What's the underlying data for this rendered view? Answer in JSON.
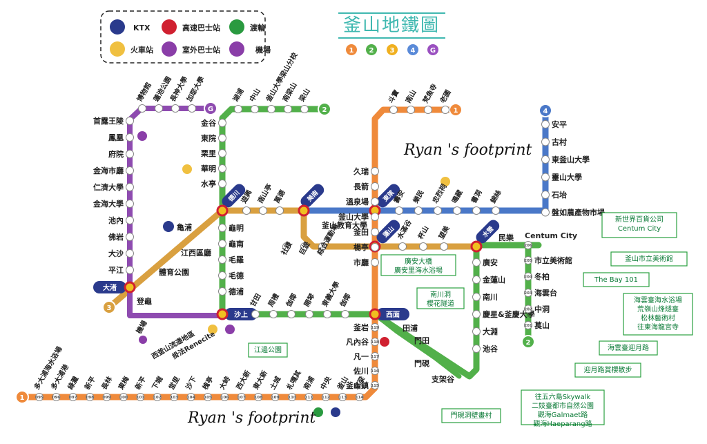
{
  "title": "釜山地鐵圖",
  "signature": "Ryan 's footprint",
  "colors": {
    "line1": "#ef8a3b",
    "line2": "#52b04a",
    "line3": "#d9a040",
    "line4": "#4a78c8",
    "lineG": "#8e4bb0",
    "accent": "#3fb8b0",
    "transfer_bg": "#2a3a8c",
    "note": "#0a7a36"
  },
  "legend": {
    "items": [
      {
        "icon": "ktx-icon",
        "label": "KTX",
        "color": "#2a3a8c"
      },
      {
        "icon": "express-bus-icon",
        "label": "高速巴士站",
        "color": "#d02030"
      },
      {
        "icon": "ferry-icon",
        "label": "渡輪",
        "color": "#2a9a40"
      },
      {
        "icon": "train-icon",
        "label": "火車站",
        "color": "#f0c040"
      },
      {
        "icon": "intercity-bus-icon",
        "label": "室外巴士站",
        "color": "#8a3ea8"
      },
      {
        "icon": "airport-icon",
        "label": "機場",
        "color": "#8a3ea8"
      }
    ]
  },
  "line_badges": [
    "1",
    "2",
    "3",
    "4",
    "G"
  ],
  "transfers": [
    "德川",
    "蓮山",
    "東萊",
    "水營",
    "大渚",
    "西面",
    "沙上",
    "美南"
  ],
  "stations": {
    "l1_bottom": [
      "多大浦海水浴場",
      "多大浦港",
      "綠灘",
      "新平",
      "長林",
      "東梅",
      "新平",
      "下端",
      "堂里",
      "沙下",
      "槐亭",
      "大峙",
      "西大新",
      "東大新",
      "土城",
      "札嘎其",
      "南浦",
      "中央",
      "釜山",
      "草梁"
    ],
    "l1_bottom_codes": [
      "095",
      "096",
      "097",
      "098",
      "099",
      "100",
      "101",
      "102",
      "103",
      "104",
      "105",
      "106",
      "107",
      "108",
      "109",
      "110",
      "111",
      "112",
      "113",
      "114"
    ],
    "l1_right_lower": [
      "釜山鎮",
      "佐川",
      "凡一",
      "凡內谷",
      "釜岩"
    ],
    "l1_right_lower_codes": [
      "115",
      "116",
      "117",
      "118",
      "119"
    ],
    "l1_right_upper": [
      "市廳",
      "楊亭",
      "釜田",
      "釜山大學",
      "溫泉場",
      "長箭",
      "久瑞"
    ],
    "l1_top": [
      "斗實",
      "南山",
      "梵魚寺",
      "老圃"
    ],
    "l2_left": [
      "金谷",
      "東院",
      "栗里",
      "華明",
      "水亭"
    ],
    "l2_top": [
      "湖浦",
      "中山",
      "釜山大學梁山分校",
      "南梁山",
      "梁山"
    ],
    "l2_mid": [
      "龜明",
      "龜南",
      "毛羅",
      "毛德",
      "德浦"
    ],
    "l2_bottom": [
      "甘田",
      "周禮",
      "伽倻",
      "開琴",
      "東義大學",
      "伽倻"
    ],
    "l2_right": [
      "廣安",
      "金蓮山",
      "南川",
      "慶星&釜慶大學",
      "大淵",
      "池谷"
    ],
    "l2_east": [
      "民樂",
      "Centum City",
      "市立美術館",
      "冬柏",
      "海雲台",
      "中洞",
      "萇山"
    ],
    "l2_east_codes": [
      "206",
      "205",
      "204",
      "203",
      "202",
      "201"
    ],
    "l2_lower": [
      "田浦",
      "門田",
      "門硯",
      "支架谷"
    ],
    "l3_upper": [
      "亀浦",
      "江西區廳",
      "體育公園"
    ],
    "l3_mid": [
      "綜合運動場",
      "巨堤",
      "社稷"
    ],
    "l3_right": [
      "水滿谷",
      "杯山",
      "望美"
    ],
    "l3_top": [
      "遊興",
      "南山亭",
      "萬德"
    ],
    "l4_right": [
      "安平",
      "古村",
      "東釜山大學",
      "靈山大學",
      "石坮",
      "盤如農產物市場"
    ],
    "l4_left": [
      "壽安",
      "樂民",
      "忠烈祠",
      "鳴藏",
      "書洞",
      "錦絲"
    ],
    "edu_univ": "釜山教育大學",
    "lg_left": [
      "首露王陵",
      "鳳凰",
      "府院",
      "金海市廳",
      "仁濟大學",
      "金海大學",
      "池內",
      "佛岩",
      "大沙",
      "平江"
    ],
    "lg_top": [
      "博物館",
      "蓮池公園",
      "長神大學",
      "加耶大學"
    ],
    "lg_bottom": [
      "登龜",
      "機場",
      "西釜山流通地區",
      "掛法Renecite"
    ]
  },
  "notes": [
    "新世界百貨公司\nCentum City",
    "釜山市立美術館",
    "The Bay 101",
    "海雲臺海水浴場\n荒嶺山烽燧臺\n松林藝術村\n往東海龍宮寺",
    "海雲臺迎月路",
    "迎月路賞櫻散步",
    "廣安大橋\n廣安里海水浴場",
    "南川洞\n櫻花隧道",
    "江邊公園",
    "門硯洞壁畫村",
    "往五六島Skywalk\n二妓臺都市自然公園\n觀海Galmaet路\n觀海Haeparang路"
  ]
}
